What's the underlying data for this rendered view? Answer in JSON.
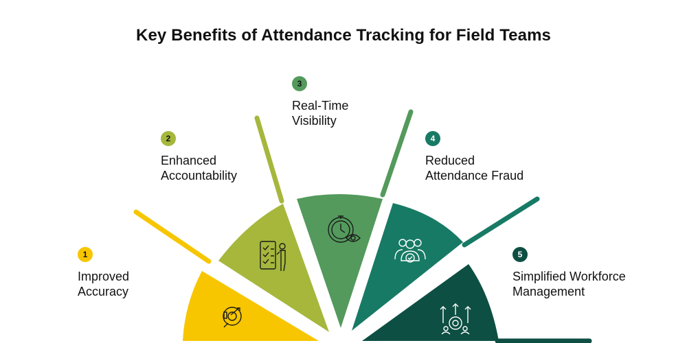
{
  "title": "Key Benefits of Attendance Tracking for Field Teams",
  "colors": {
    "step1": "#F7C600",
    "step2": "#A6B73C",
    "step3": "#539A5C",
    "step4": "#177A65",
    "step5": "#0E4F43"
  },
  "steps": [
    {
      "number": "1",
      "line1": "Improved",
      "line2": "Accuracy",
      "icon": "target-analytics-icon"
    },
    {
      "number": "2",
      "line1": "Enhanced",
      "line2": "Accountability",
      "icon": "checklist-presenter-icon"
    },
    {
      "number": "3",
      "line1": "Real-Time",
      "line2": "Visibility",
      "icon": "stopwatch-eye-icon"
    },
    {
      "number": "4",
      "line1": "Reduced",
      "line2": "Attendance Fraud",
      "icon": "verified-team-icon"
    },
    {
      "number": "5",
      "line1": "Simplified Workforce",
      "line2": "Management",
      "icon": "workforce-gear-icon"
    }
  ]
}
